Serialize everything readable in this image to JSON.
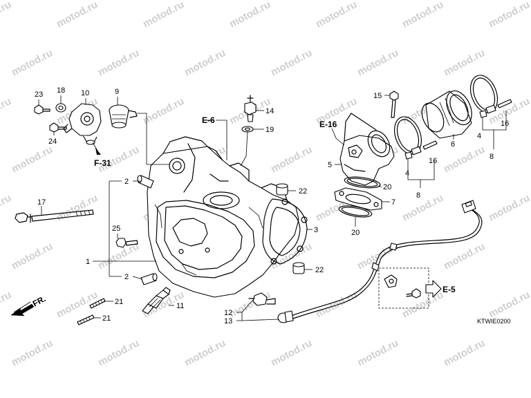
{
  "watermark": "motod.ru",
  "diagram_code": "KTWIE0200",
  "front_label": "FR.",
  "refs": {
    "e6": "E-6",
    "e16": "E-16",
    "f31": "F-31",
    "e5": "E-5"
  },
  "callouts": {
    "c1": "1",
    "c2a": "2",
    "c2b": "2",
    "c3": "3",
    "c4a": "4",
    "c4b": "4",
    "c5": "5",
    "c6": "6",
    "c7": "7",
    "c8a": "8",
    "c8b": "8",
    "c9": "9",
    "c10": "10",
    "c11": "11",
    "c12": "12",
    "c13": "13",
    "c14": "14",
    "c15": "15",
    "c16a": "16",
    "c16b": "16",
    "c17": "17",
    "c18": "18",
    "c19": "19",
    "c20a": "20",
    "c20b": "20",
    "c21a": "21",
    "c21b": "21",
    "c22a": "22",
    "c22b": "22",
    "c23": "23",
    "c24": "24",
    "c25": "25"
  }
}
